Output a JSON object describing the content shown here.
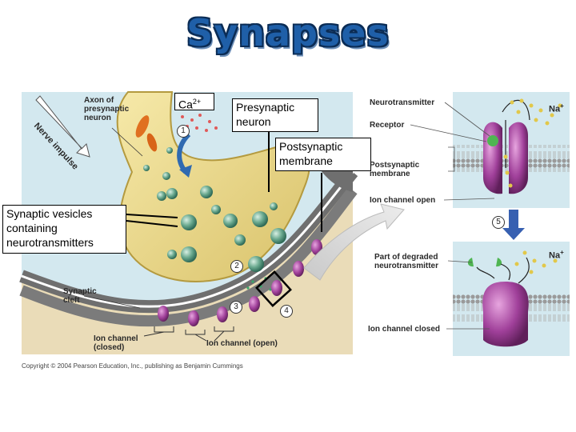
{
  "title": "Synapses",
  "callouts": {
    "calcium": "Ca",
    "calcium_sup": "2+",
    "presynaptic_neuron": "Presynaptic neuron",
    "postsynaptic_membrane": "Postsynaptic membrane",
    "synaptic_vesicles": "Synaptic vesicles containing neurotransmitters"
  },
  "figure_labels": {
    "nerve_impulse": "Nerve impulse",
    "axon_line1": "Axon of",
    "axon_line2": "presynaptic",
    "axon_line3": "neuron",
    "synaptic_cleft_1": "Synaptic",
    "synaptic_cleft_2": "cleft",
    "ion_channel_closed_1": "Ion channel",
    "ion_channel_closed_2": "(closed)",
    "ion_channel_open_left": "Ion channel (open)",
    "neurotransmitter": "Neurotransmitter",
    "receptor": "Receptor",
    "postsynaptic_membrane_1": "Postsynaptic",
    "postsynaptic_membrane_2": "membrane",
    "ion_channel_open_right": "Ion channel open",
    "degraded_1": "Part of degraded",
    "degraded_2": "neurotransmitter",
    "ion_channel_closed_right": "Ion channel closed",
    "na_top": "Na",
    "na_bottom": "Na",
    "na_sup": "+"
  },
  "steps": [
    "1",
    "2",
    "3",
    "4",
    "5"
  ],
  "copyright": "Copyright © 2004 Pearson Education, Inc., publishing as Benjamin Cummings",
  "colors": {
    "title": "#1f5fa8",
    "background_panel": "#d3e8ef",
    "axon": "#e8d585",
    "vesicle": "#5d9a85",
    "channel": "#a0409a",
    "membrane": "#8a8a8a",
    "tissue": "#eadcb8"
  }
}
